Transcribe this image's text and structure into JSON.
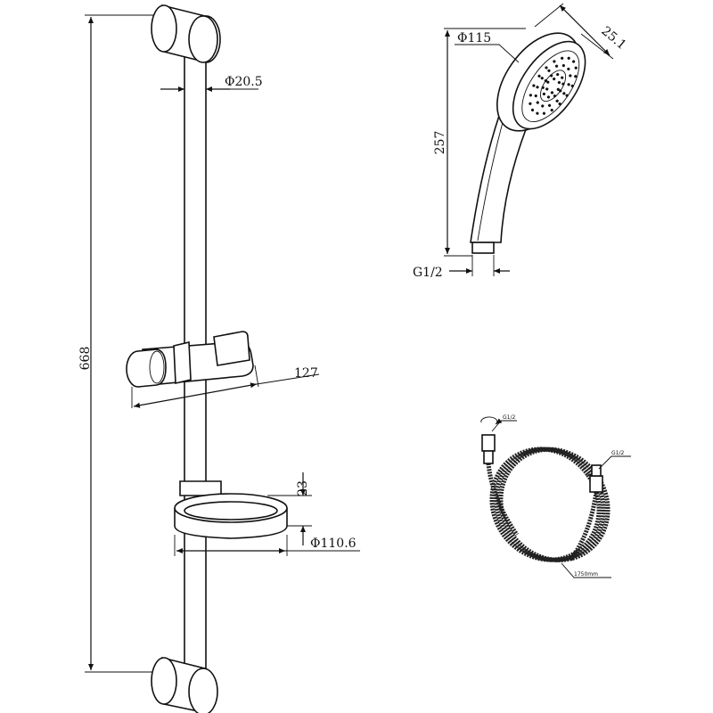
{
  "drawing": {
    "shower_rail": {
      "length_label": "668",
      "rail_diameter_label": "Φ20.5",
      "slider_length_label": "127",
      "holder_height_label": "23",
      "holder_diameter_label": "Φ110.6"
    },
    "hand_shower": {
      "face_diameter_label": "Φ115",
      "depth_label": "25.1",
      "height_label": "257",
      "thread_label": "G1/2"
    },
    "hose": {
      "end_a_label": "G1/2",
      "end_b_label": "G1/2",
      "length_label": "1750mm"
    }
  }
}
